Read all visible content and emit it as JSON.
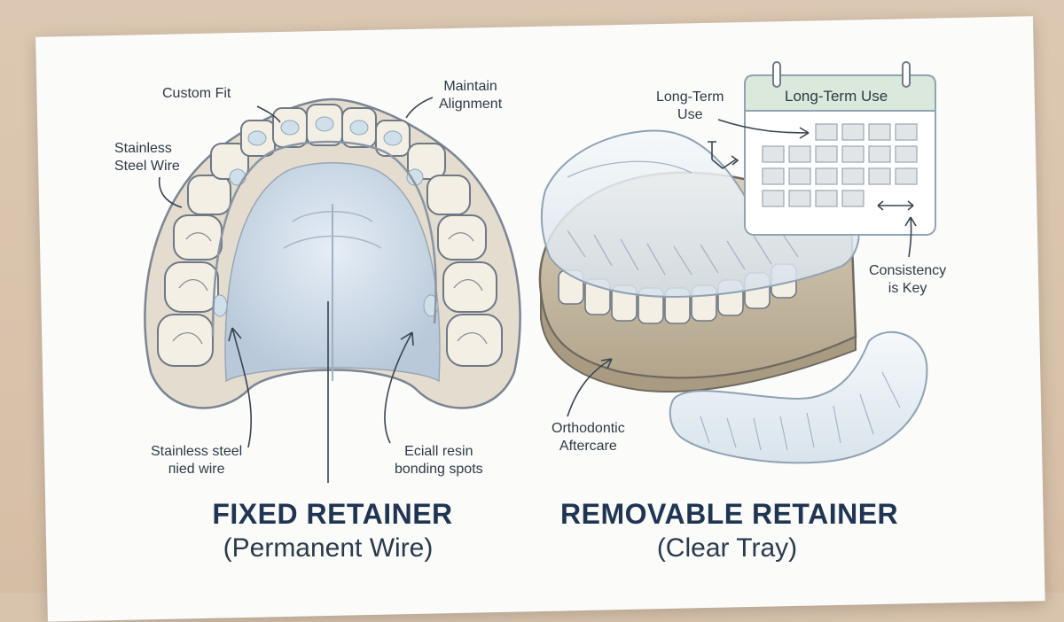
{
  "left_panel": {
    "labels": {
      "custom_fit": "Custom Fit",
      "maintain_line1": "Maintain",
      "maintain_line2": "Alignment",
      "stainless_line1": "Stainless",
      "stainless_line2": "Steel Wire",
      "wire_line1": "Stainless steel",
      "wire_line2": "піed wire",
      "resin_line1": "Eciall resin",
      "resin_line2": "bonding spots"
    },
    "title": "FIXED RETAINER",
    "subtitle": "(Permanent Wire)"
  },
  "right_panel": {
    "labels": {
      "longterm_line1": "Long-Term",
      "longterm_line2": "Use",
      "consistency_line1": "Consistency",
      "consistency_line2": "is Key",
      "aftercare_line1": "Orthodontic",
      "aftercare_line2": "Aftercare"
    },
    "calendar_header": "Long-Term Use",
    "title": "REMOVABLE RETAINER",
    "subtitle": "(Clear Tray)"
  },
  "colors": {
    "accent_green": "#8fb79a",
    "title_navy": "#1f3552",
    "gum_beige": "#cfc3ad",
    "tooth_ivory": "#f3efe4",
    "tray_clear": "#e6edf3"
  }
}
